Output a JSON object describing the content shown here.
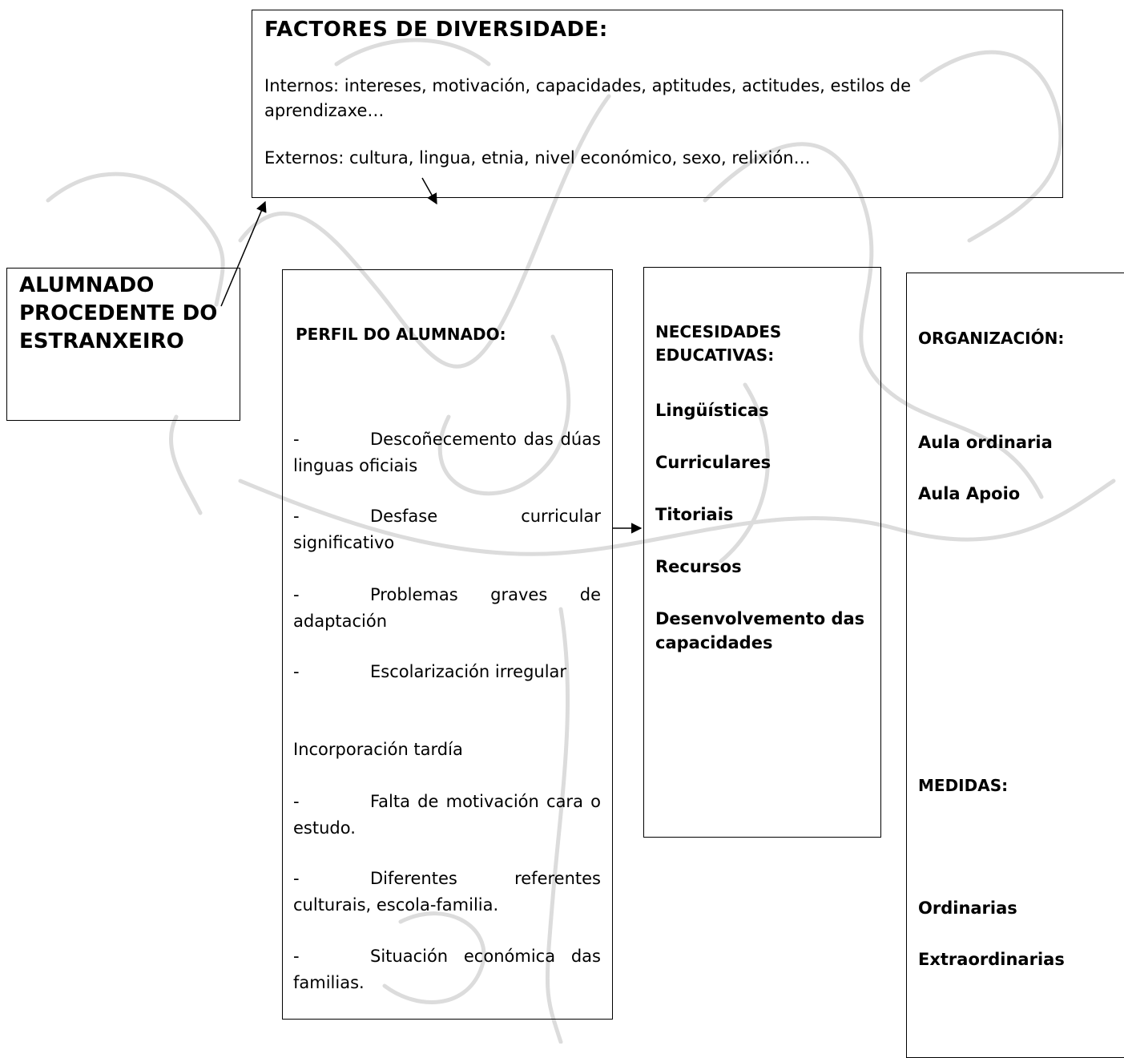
{
  "factores": {
    "title": "FACTORES DE DIVERSIDADE:",
    "internos": "Internos: intereses, motivación, capacidades, aptitudes, actitudes, estilos de aprendizaxe…",
    "externos": "Externos: cultura, lingua, etnia, nivel económico, sexo, relixión…"
  },
  "alumnado": {
    "title": "ALUMNADO PROCEDENTE DO ESTRANXEIRO"
  },
  "perfil": {
    "title": "PERFIL DO ALUMNADO:",
    "items": [
      {
        "dash": "-",
        "text": "Descoñecemento das dúas linguas oficiais"
      },
      {
        "dash": "-",
        "text": "Desfase curricular significativo"
      },
      {
        "dash": "-",
        "text": "Problemas graves de adaptación"
      },
      {
        "dash": "-",
        "text": "Escolarización irregular"
      },
      {
        "dash": "",
        "text": "Incorporación tardía"
      },
      {
        "dash": "-",
        "text": "Falta de motivación cara o estudo."
      },
      {
        "dash": "-",
        "text": "Diferentes referentes culturais, escola-familia."
      },
      {
        "dash": "-",
        "text": "Situación económica das familias."
      }
    ]
  },
  "necesidades": {
    "title": "NECESIDADES EDUCATIVAS:",
    "items": [
      "Lingüísticas",
      "Curriculares",
      "Titoriais",
      "Recursos",
      "Desenvolvemento das capacidades"
    ]
  },
  "organizacion": {
    "title": "ORGANIZACIÓN:",
    "items": [
      "Aula ordinaria",
      "Aula Apoio"
    ],
    "medidas_title": "MEDIDAS:",
    "medidas": [
      "Ordinarias",
      "Extraordinarias"
    ]
  },
  "colors": {
    "line": "#000000",
    "background": "#ffffff"
  }
}
